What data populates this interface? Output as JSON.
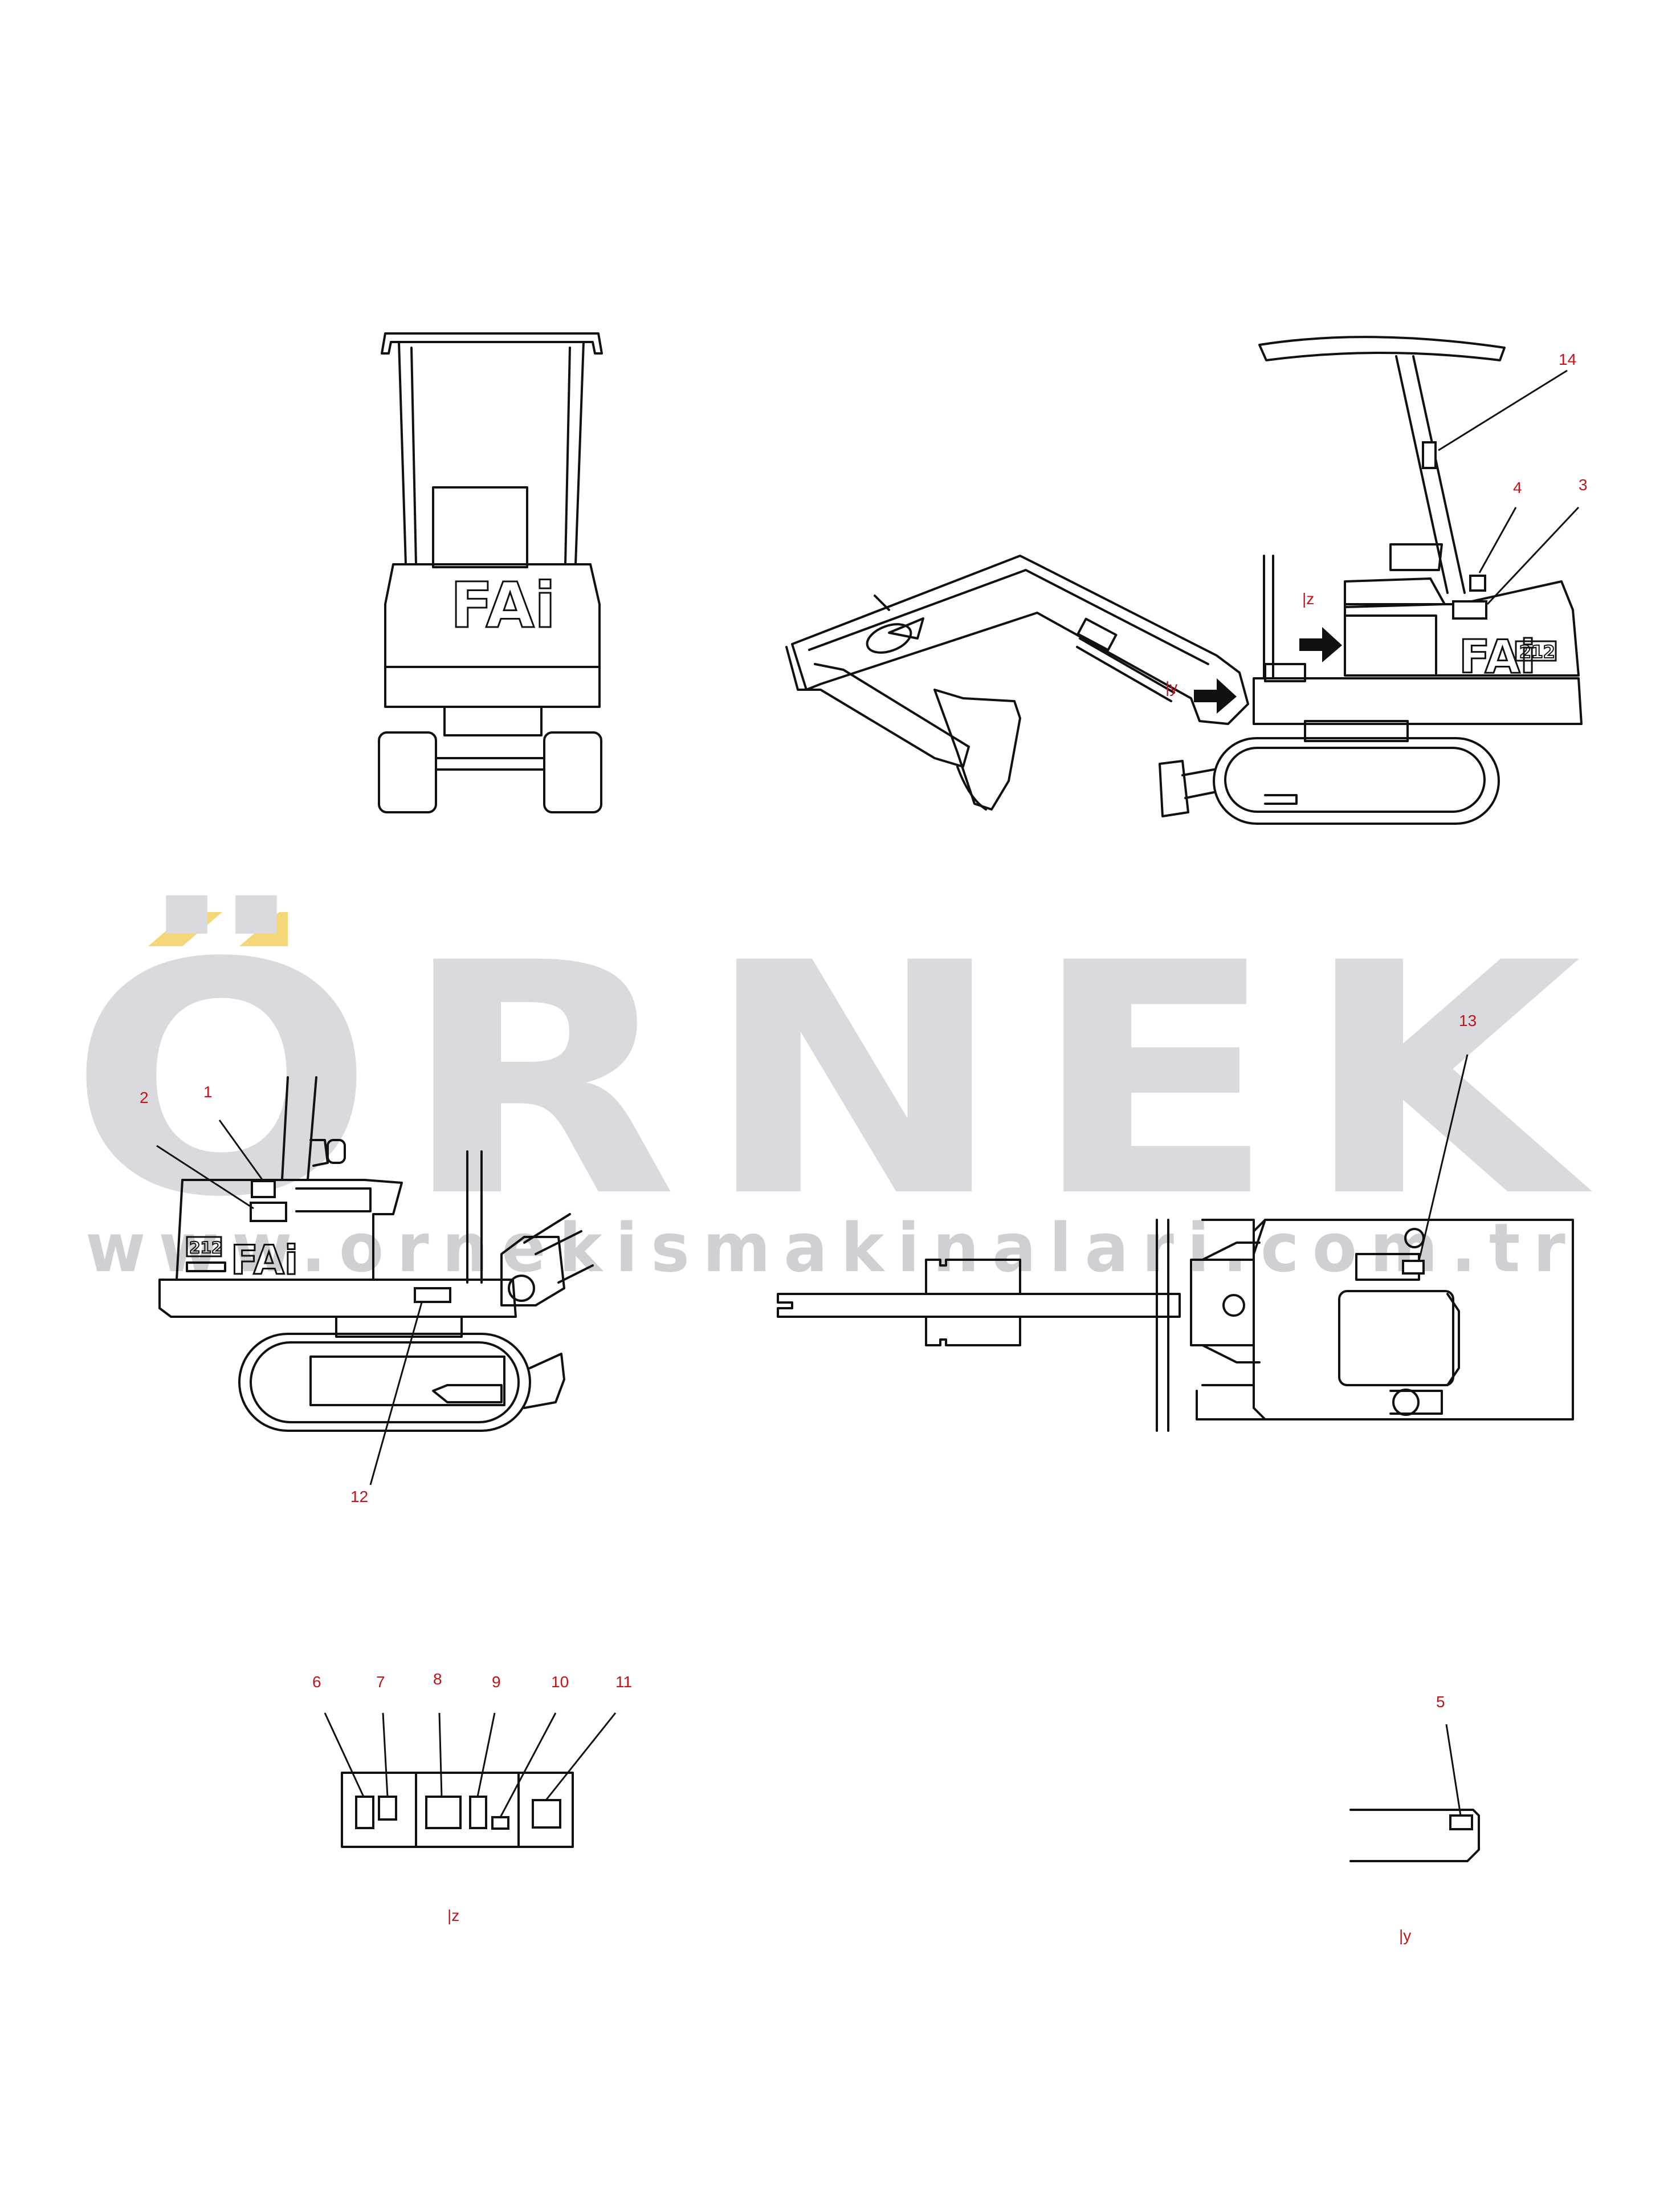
{
  "watermark": {
    "brand": "ÖRNEK",
    "url": "www.ornekismakinalari.com.tr",
    "accent_color": "#f5d77a",
    "text_color": "#d9d9de"
  },
  "logo_text": "FAi",
  "model_text": "212",
  "callouts": {
    "c1": "1",
    "c2": "2",
    "c3": "3",
    "c4": "4",
    "c5": "5",
    "c6": "6",
    "c7": "7",
    "c8": "8",
    "c9": "9",
    "c10": "10",
    "c11": "11",
    "c12": "12",
    "c13": "13",
    "c14": "14"
  },
  "view_refs": {
    "side_z": "|z",
    "side_y": "|y",
    "detail_z": "|z",
    "detail_y": "|y"
  },
  "colors": {
    "callout_text": "#c0141a",
    "line": "#111111"
  }
}
